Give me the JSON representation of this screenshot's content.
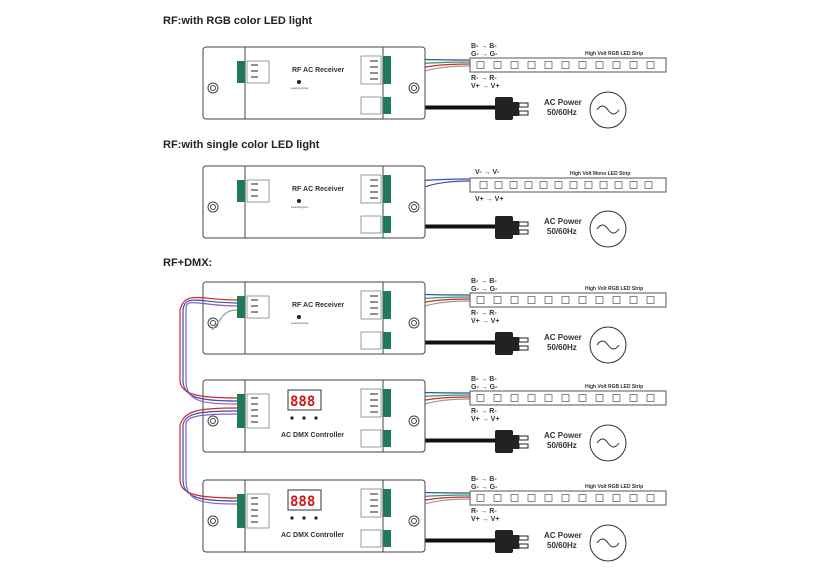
{
  "sections": [
    {
      "title": "RF:with RGB color LED light"
    },
    {
      "title": "RF:with single color LED light"
    },
    {
      "title": "RF+DMX:"
    }
  ],
  "devices": {
    "receiver_label": "RF AC Receiver",
    "controller_label": "AC DMX Controller",
    "learning_key_label": "Learning Key",
    "display_digits": "888"
  },
  "strips": {
    "rgb_label": "High Volt RGB LED Strip",
    "mono_label": "High Volt Mono LED Strip",
    "rgb_pins_top": [
      "B-  →  B-",
      "G-  →  G-"
    ],
    "rgb_pins_bottom": [
      "R-  →  R-",
      "V+  →  V+"
    ],
    "mono_pins": [
      "V-  →  V-",
      "V+  →  V+"
    ]
  },
  "power": {
    "line1": "AC Power",
    "line2": "50/60Hz"
  },
  "colors": {
    "terminal": "#1f7a55",
    "wire_blue": "#3a4fb0",
    "wire_green": "#2f9a5a",
    "wire_red": "#d02a2a",
    "wire_gray": "#999999",
    "display_red": "#d01818"
  }
}
